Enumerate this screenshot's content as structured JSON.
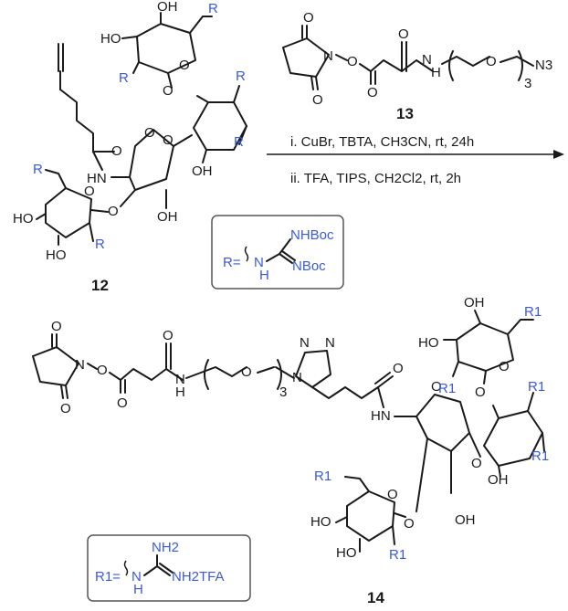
{
  "compounds": {
    "c12": {
      "label": "12"
    },
    "c13": {
      "label": "13"
    },
    "c14": {
      "label": "14"
    }
  },
  "atoms": {
    "R": "R",
    "R1": "R1",
    "HO": "HO",
    "OH": "OH",
    "O": "O",
    "N": "N",
    "HN": "HN",
    "NH": "NH",
    "H": "H",
    "N3": "N3",
    "three": "3",
    "NHBoc": "NHBoc",
    "NBoc": "NBoc",
    "NH2": "NH2",
    "NH2TFA": "NH2TFA",
    "Req": "R=",
    "R1eq": "R1="
  },
  "conditions": {
    "step1": "i. CuBr, TBTA, CH3CN, rt, 24h",
    "step2": "ii. TFA, TIPS, CH2Cl2, rt, 2h"
  },
  "colors": {
    "bond": "#1a1a1a",
    "r_group": "#3b5bd6",
    "box_border": "#555555"
  }
}
